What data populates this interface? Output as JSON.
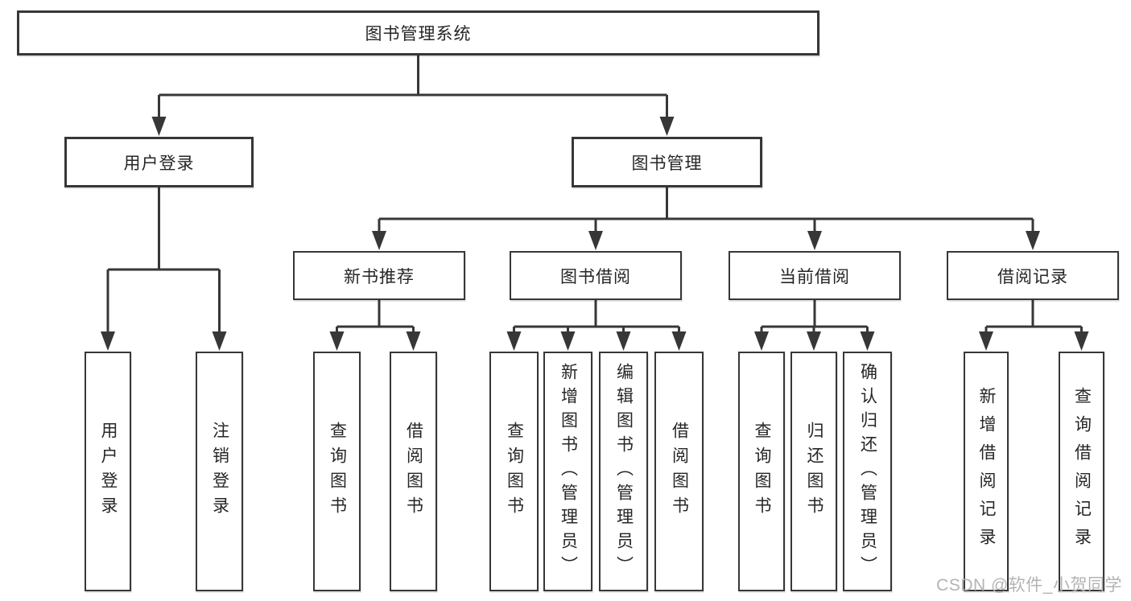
{
  "diagram_title": "图书管理系统",
  "tree": {
    "root": {
      "label": "图书管理系统"
    },
    "level1": [
      {
        "label": "用户登录",
        "children": [
          {
            "label": "用户登录"
          },
          {
            "label": "注销登录"
          }
        ]
      },
      {
        "label": "图书管理",
        "children": [
          {
            "label": "新书推荐",
            "children": [
              {
                "label": "查询图书"
              },
              {
                "label": "借阅图书"
              }
            ]
          },
          {
            "label": "图书借阅",
            "children": [
              {
                "label": "查询图书"
              },
              {
                "label": "新增图书（管理员）"
              },
              {
                "label": "编辑图书（管理员）"
              },
              {
                "label": "借阅图书"
              }
            ]
          },
          {
            "label": "当前借阅",
            "children": [
              {
                "label": "查询图书"
              },
              {
                "label": "归还图书"
              },
              {
                "label": "确认归还（管理员）"
              }
            ]
          },
          {
            "label": "借阅记录",
            "children": [
              {
                "label": "新增借阅记录"
              },
              {
                "label": "查询借阅记录"
              }
            ]
          }
        ]
      }
    ]
  },
  "watermark": {
    "text": "CSDN @软件_小贺同学"
  },
  "colors": {
    "line": "#373737",
    "text": "#262626",
    "background": "#ffffff",
    "watermark": "#b3b3b3"
  }
}
